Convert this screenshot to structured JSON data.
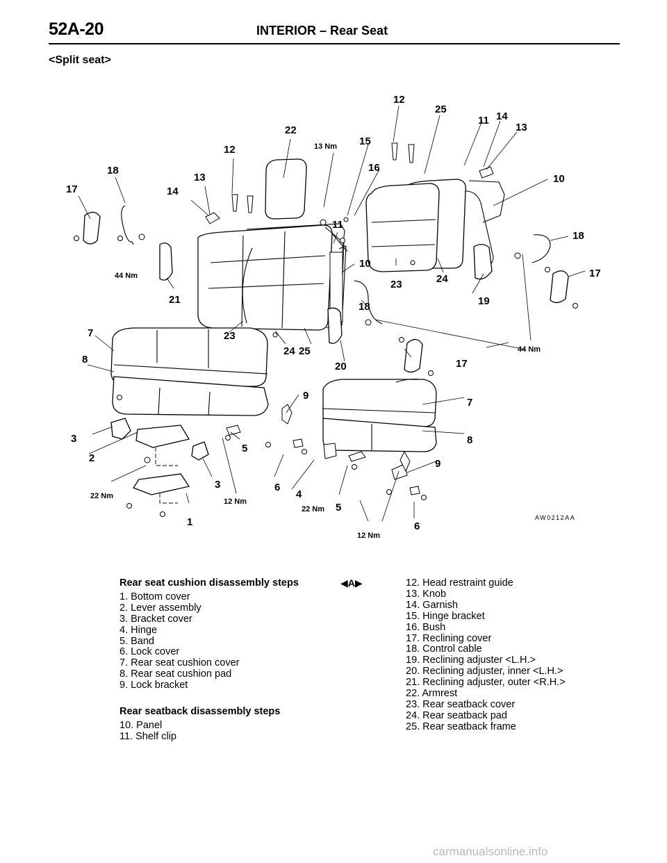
{
  "header": {
    "page_number": "52A-20",
    "title": "INTERIOR – Rear Seat"
  },
  "subtitle": "<Split seat>",
  "diagram": {
    "figure_code": "AW0212AA",
    "torques": {
      "t44a": "44 Nm",
      "t44b": "44 Nm",
      "t13": "13 Nm",
      "t22a": "22 Nm",
      "t22b": "22 Nm",
      "t12a": "12 Nm",
      "t12b": "12 Nm"
    },
    "callouts": {
      "c12a": "12",
      "c25a": "25",
      "c11a": "11",
      "c14a": "14",
      "c13a": "13",
      "c22": "22",
      "c15": "15",
      "c12b": "12",
      "c16": "16",
      "c10a": "10",
      "c18a": "18",
      "c13b": "13",
      "c17a": "17",
      "c14b": "14",
      "c11b": "11",
      "c18b": "18",
      "c10b": "10",
      "c17b": "17",
      "c23a": "23",
      "c24a": "24",
      "c19": "19",
      "c21": "21",
      "c18c": "18",
      "c7a": "7",
      "c23b": "23",
      "c24b": "24",
      "c25b": "25",
      "c8a": "8",
      "c20": "20",
      "c17c": "17",
      "c9a": "9",
      "c7b": "7",
      "c3a": "3",
      "c5a": "5",
      "c8b": "8",
      "c2": "2",
      "c9b": "9",
      "c3b": "3",
      "c6a": "6",
      "c4": "4",
      "c5b": "5",
      "c1": "1",
      "c6b": "6"
    }
  },
  "cushion_steps": {
    "heading": "Rear seat cushion disassembly steps",
    "items": [
      "1. Bottom cover",
      "2. Lever assembly",
      "3. Bracket cover",
      "4. Hinge",
      "5. Band",
      "6. Lock cover",
      "7. Rear seat cushion cover",
      "8. Rear seat cushion pad",
      "9. Lock bracket"
    ]
  },
  "seatback_steps": {
    "heading": "Rear seatback disassembly steps",
    "items": [
      "10. Panel",
      "11. Shelf clip"
    ]
  },
  "reference_mark": "◀A▶",
  "right_steps": {
    "items": [
      "12. Head restraint guide",
      "13. Knob",
      "14. Garnish",
      "15. Hinge bracket",
      "16. Bush",
      "17. Reclining cover",
      "18. Control cable",
      "19. Reclining adjuster <L.H.>",
      "20. Reclining adjuster, inner <L.H.>",
      "21. Reclining adjuster, outer <R.H.>",
      "22. Armrest",
      "23. Rear seatback cover",
      "24. Rear seatback pad",
      "25. Rear seatback frame"
    ]
  },
  "watermark": "carmanualsonline.info"
}
